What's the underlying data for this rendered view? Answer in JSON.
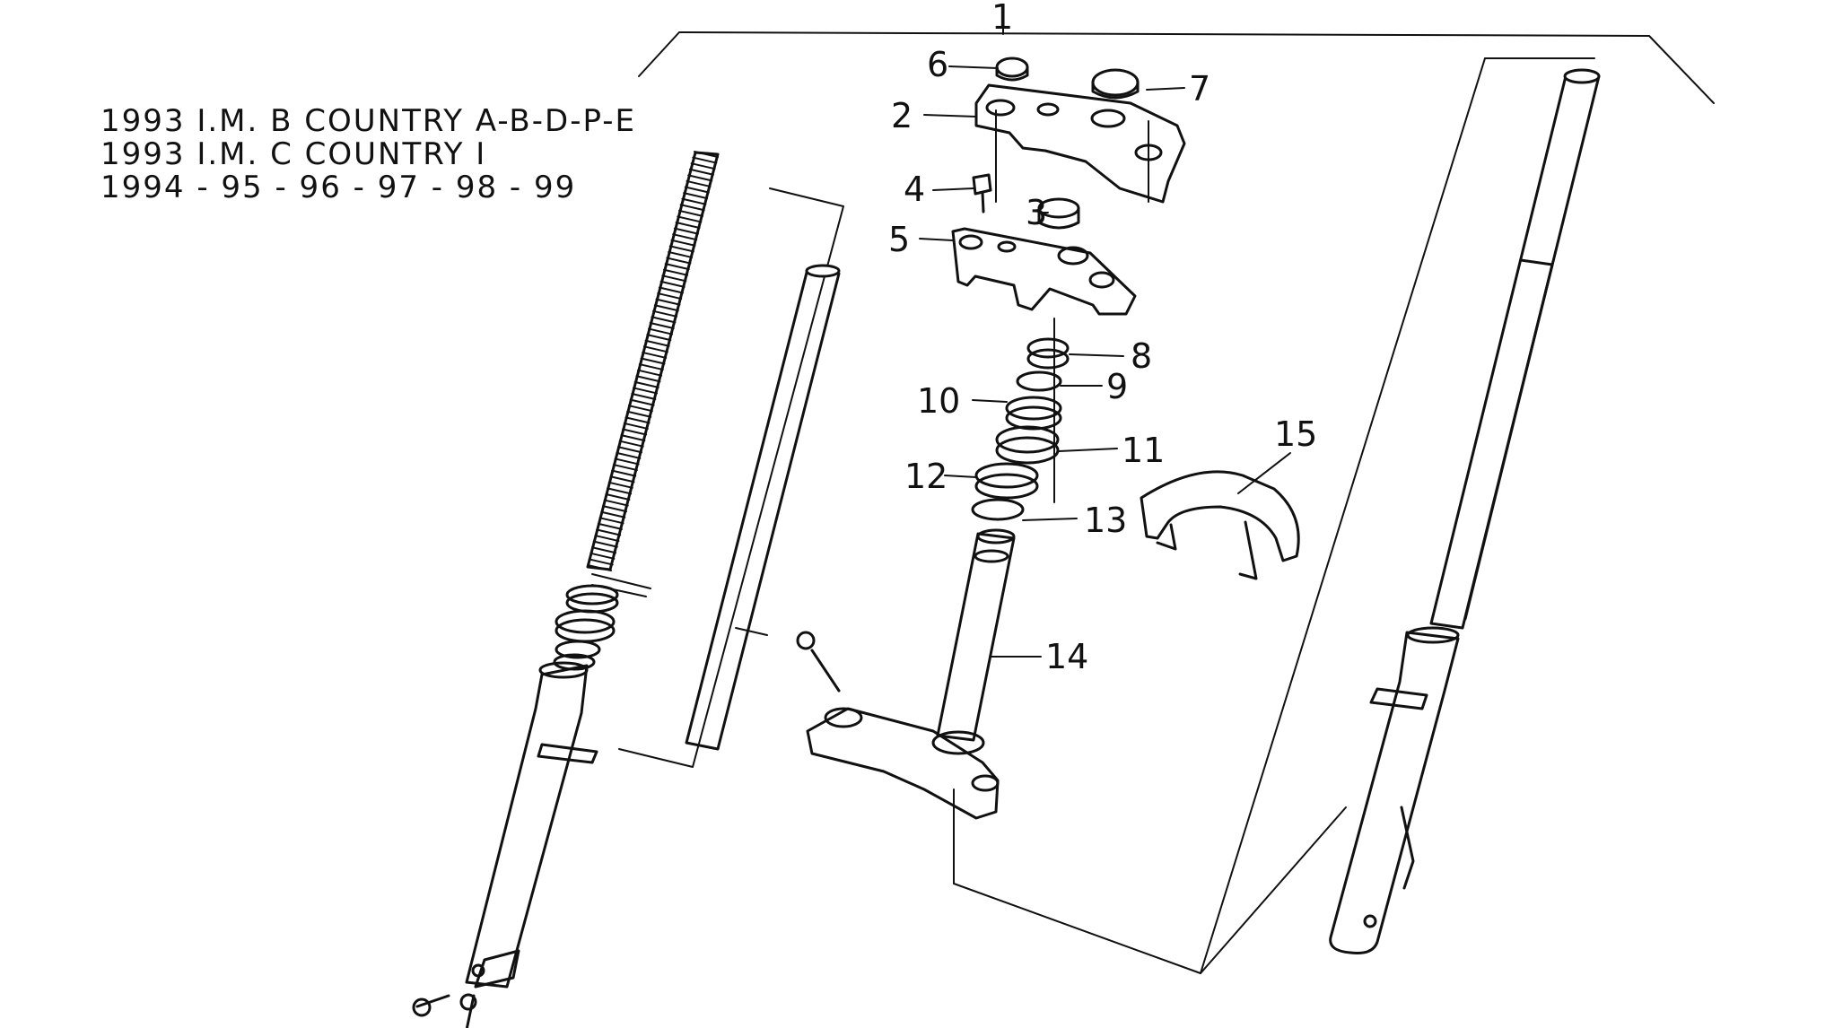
{
  "notes": [
    "1993 I.M. B COUNTRY A-B-D-P-E",
    "1993 I.M. C COUNTRY I",
    "1994 - 95 - 96 - 97 - 98 - 99"
  ],
  "callouts": {
    "c1": "1",
    "c2": "2",
    "c3": "3",
    "c4": "4",
    "c5": "5",
    "c6": "6",
    "c7": "7",
    "c8": "8",
    "c9": "9",
    "c10": "10",
    "c11": "11",
    "c12": "12",
    "c13": "13",
    "c14": "14",
    "c15": "15"
  }
}
